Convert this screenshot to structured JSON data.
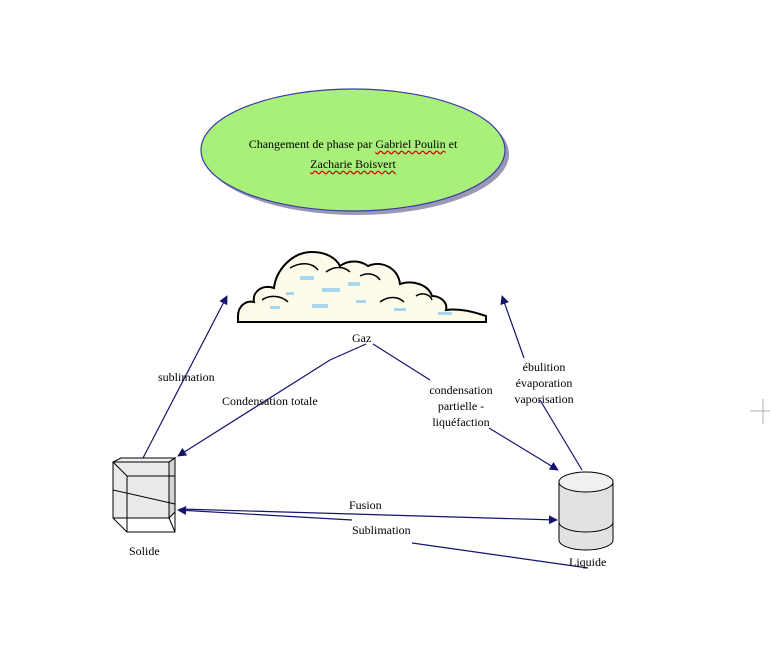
{
  "title": {
    "part1": "Changement de phase par ",
    "name1": "Gabriel Poulin",
    "part2": " et",
    "name2": "Zacharie Boisvert"
  },
  "nodes": {
    "gaz": "Gaz",
    "solide": "Solide",
    "liquide": "Liquide"
  },
  "transitions": {
    "sublimation_up": "sublimation",
    "condensation_totale": "Condensation totale",
    "condensation_partielle": [
      "condensation",
      "partielle -",
      "liquéfaction"
    ],
    "ebulition": [
      "ébulition",
      "évaporation",
      "vaporisation"
    ],
    "fusion": "Fusion",
    "sublimation_low": "Sublimation"
  },
  "colors": {
    "ellipse_fill": "#a8f07a",
    "ellipse_stroke": "#3a3aa8",
    "arrow": "#14146e",
    "cloud_fill": "#fdfbea",
    "cloud_shade": "#a8d8f0"
  }
}
